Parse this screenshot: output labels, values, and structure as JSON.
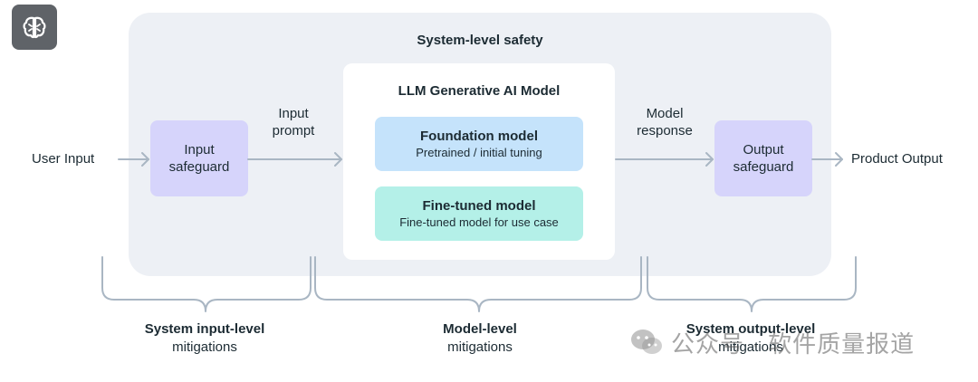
{
  "diagram": {
    "system_title": "System-level safety",
    "model_title": "LLM Generative AI Model",
    "user_input": "User Input",
    "product_output": "Product Output",
    "input_safeguard_line1": "Input",
    "input_safeguard_line2": "safeguard",
    "output_safeguard_line1": "Output",
    "output_safeguard_line2": "safeguard",
    "input_prompt_line1": "Input",
    "input_prompt_line2": "prompt",
    "model_response_line1": "Model",
    "model_response_line2": "response",
    "foundation": {
      "title": "Foundation model",
      "subtitle": "Pretrained / initial tuning"
    },
    "finetuned": {
      "title": "Fine-tuned model",
      "subtitle": "Fine-tuned model for use case"
    },
    "mitigations": [
      {
        "line1": "System input-level",
        "line2": "mitigations"
      },
      {
        "line1": "Model-level",
        "line2": "mitigations"
      },
      {
        "line1": "System output-level",
        "line2": "mitigations"
      }
    ]
  },
  "watermark": {
    "text": "公众号 · 软件质量报道"
  },
  "colors": {
    "system_panel": "#edf0f5",
    "safeguard": "#d6d4fb",
    "foundation": "#c5e3fb",
    "finetuned": "#b4f0e8",
    "connector": "#a9b6c3"
  },
  "icons": {
    "badge": "brain-icon",
    "watermark": "wechat-icon"
  }
}
